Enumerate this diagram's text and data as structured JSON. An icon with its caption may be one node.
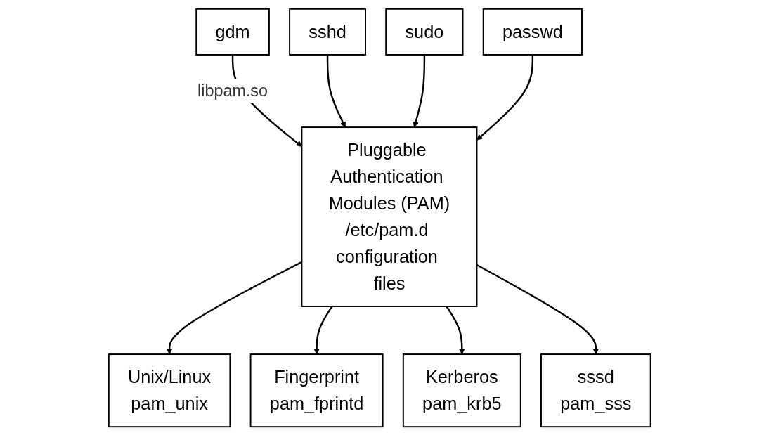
{
  "diagram": {
    "nodes": [
      {
        "text": [
          "gdm"
        ]
      },
      {
        "text": [
          "sshd"
        ]
      },
      {
        "text": [
          "sudo"
        ]
      },
      {
        "text": [
          "passwd"
        ]
      },
      {
        "text": [
          "Pluggable Authentication Modules (PAM)",
          "/etc/pam.d configuration files"
        ]
      },
      {
        "text": [
          "Unix/Linux",
          "pam_unix"
        ]
      },
      {
        "text": [
          "Fingerprint",
          "pam_fprintd"
        ]
      },
      {
        "text": [
          "Kerberos",
          "pam_krb5"
        ]
      },
      {
        "text": [
          "sssd",
          "pam_sss"
        ]
      }
    ],
    "edges": [
      {
        "from": 0,
        "to": 4,
        "arrow": "to",
        "label": "libpam.so"
      },
      {
        "from": 1,
        "to": 4,
        "arrow": "to"
      },
      {
        "from": 2,
        "to": 4,
        "arrow": "to"
      },
      {
        "from": 3,
        "to": 4,
        "arrow": "to"
      },
      {
        "from": 4,
        "to": 5,
        "arrow": "to"
      },
      {
        "from": 4,
        "to": 6,
        "arrow": "to"
      },
      {
        "from": 4,
        "to": 7,
        "arrow": "to"
      },
      {
        "from": 4,
        "to": 8,
        "arrow": "to"
      }
    ]
  }
}
